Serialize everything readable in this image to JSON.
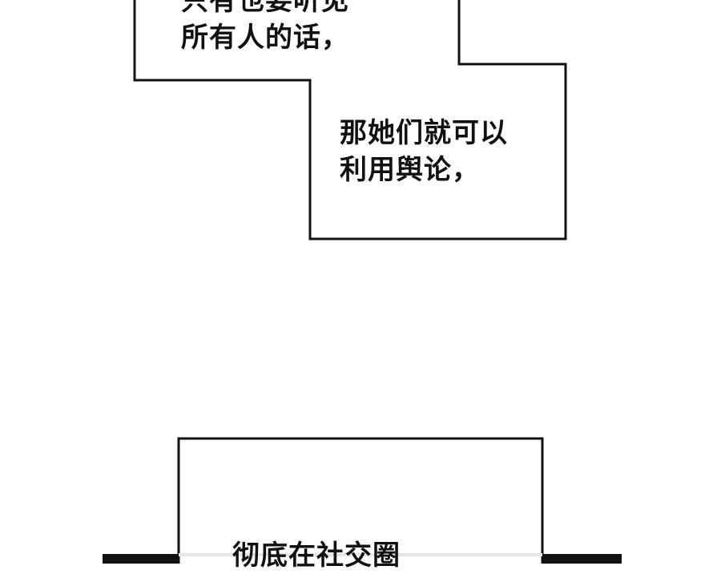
{
  "bubbles": [
    {
      "lines": [
        "只有也要听见",
        "所有人的话，"
      ]
    },
    {
      "lines": [
        "那她们就可以",
        "利用舆论，"
      ]
    },
    {
      "lines": [
        "彻底在社交圈"
      ]
    }
  ],
  "colors": {
    "background": "#ffffff",
    "ink": "#111111"
  }
}
